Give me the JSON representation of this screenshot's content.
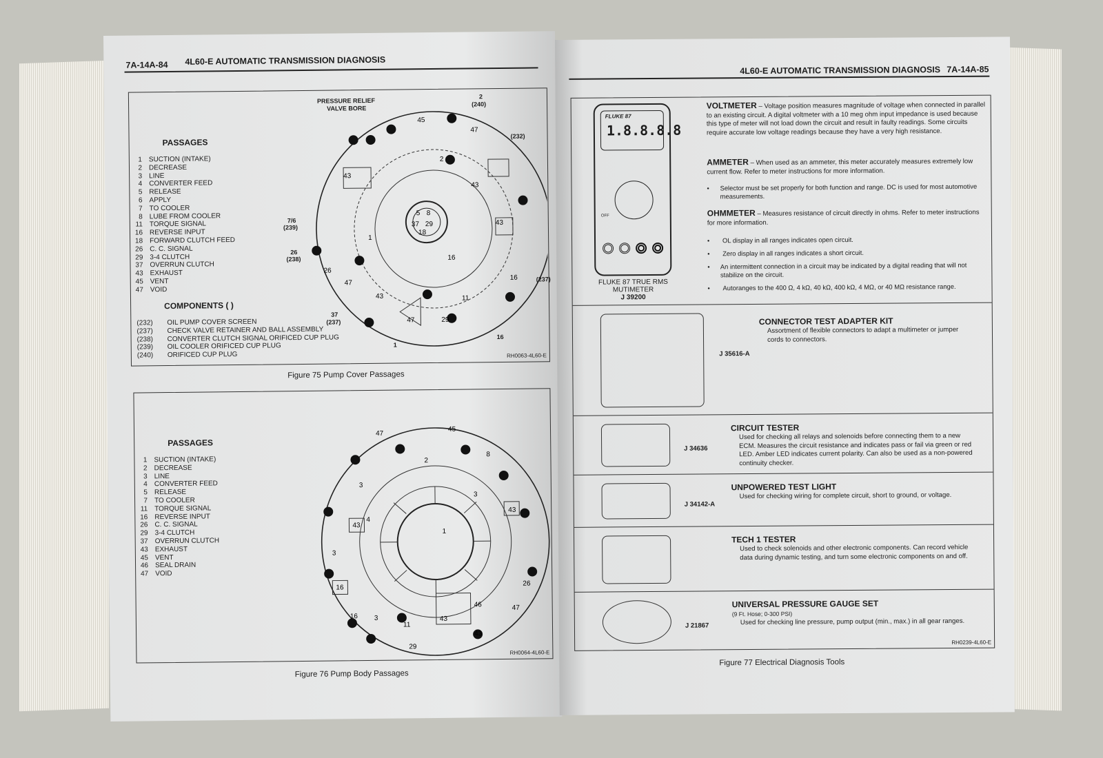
{
  "left_page": {
    "page_number": "7A-14A-84",
    "title": "4L60-E AUTOMATIC TRANSMISSION DIAGNOSIS",
    "figure75": {
      "caption": "Figure 75 Pump Cover Passages",
      "code": "RH0063-4L60-E",
      "passages_heading": "PASSAGES",
      "passages": [
        {
          "n": "1",
          "label": "SUCTION (INTAKE)"
        },
        {
          "n": "2",
          "label": "DECREASE"
        },
        {
          "n": "3",
          "label": "LINE"
        },
        {
          "n": "4",
          "label": "CONVERTER FEED"
        },
        {
          "n": "5",
          "label": "RELEASE"
        },
        {
          "n": "6",
          "label": "APPLY"
        },
        {
          "n": "7",
          "label": "TO COOLER"
        },
        {
          "n": "8",
          "label": "LUBE FROM COOLER"
        },
        {
          "n": "11",
          "label": "TORQUE SIGNAL"
        },
        {
          "n": "16",
          "label": "REVERSE INPUT"
        },
        {
          "n": "18",
          "label": "FORWARD CLUTCH FEED"
        },
        {
          "n": "26",
          "label": "C. C. SIGNAL"
        },
        {
          "n": "29",
          "label": "3-4 CLUTCH"
        },
        {
          "n": "37",
          "label": "OVERRUN CLUTCH"
        },
        {
          "n": "43",
          "label": "EXHAUST"
        },
        {
          "n": "45",
          "label": "VENT"
        },
        {
          "n": "47",
          "label": "VOID"
        }
      ],
      "components_heading": "COMPONENTS (   )",
      "components": [
        {
          "n": "(232)",
          "label": "OIL PUMP COVER SCREEN"
        },
        {
          "n": "(237)",
          "label": "CHECK VALVE RETAINER AND BALL ASSEMBLY"
        },
        {
          "n": "(238)",
          "label": "CONVERTER CLUTCH SIGNAL ORIFICED CUP PLUG"
        },
        {
          "n": "(239)",
          "label": "OIL COOLER ORIFICED CUP PLUG"
        },
        {
          "n": "(240)",
          "label": "ORIFICED CUP PLUG"
        }
      ],
      "callouts": {
        "relief": "PRESSURE RELIEF",
        "bore": "VALVE BORE",
        "c2": "2",
        "c240": "(240)",
        "c232": "(232)",
        "c76": "7/6",
        "c239": "(239)",
        "c26": "26",
        "c238": "(238)",
        "c37": "37",
        "c237": "(237)",
        "c237b": "(237)",
        "c1": "1",
        "c16": "16"
      }
    },
    "figure76": {
      "caption": "Figure 76 Pump Body Passages",
      "code": "RH0064-4L60-E",
      "passages_heading": "PASSAGES",
      "passages": [
        {
          "n": "1",
          "label": "SUCTION (INTAKE)"
        },
        {
          "n": "2",
          "label": "DECREASE"
        },
        {
          "n": "3",
          "label": "LINE"
        },
        {
          "n": "4",
          "label": "CONVERTER FEED"
        },
        {
          "n": "5",
          "label": "RELEASE"
        },
        {
          "n": "7",
          "label": "TO COOLER"
        },
        {
          "n": "11",
          "label": "TORQUE SIGNAL"
        },
        {
          "n": "16",
          "label": "REVERSE INPUT"
        },
        {
          "n": "26",
          "label": "C. C. SIGNAL"
        },
        {
          "n": "29",
          "label": "3-4 CLUTCH"
        },
        {
          "n": "37",
          "label": "OVERRUN CLUTCH"
        },
        {
          "n": "43",
          "label": "EXHAUST"
        },
        {
          "n": "45",
          "label": "VENT"
        },
        {
          "n": "46",
          "label": "SEAL DRAIN"
        },
        {
          "n": "47",
          "label": "VOID"
        }
      ]
    }
  },
  "right_page": {
    "page_number": "7A-14A-85",
    "title": "4L60-E AUTOMATIC TRANSMISSION DIAGNOSIS",
    "figure77": {
      "caption": "Figure 77 Electrical Diagnosis Tools",
      "code": "RH0239-4L60-E",
      "meter": {
        "brand": "FLUKE 87",
        "display": "1.8.8.8.8",
        "name_line1": "FLUKE 87 TRUE RMS",
        "name_line2": "MUTIMETER",
        "part": "J 39200",
        "off": "OFF"
      },
      "voltmeter": {
        "title": "VOLTMETER",
        "text": " – Voltage position measures magnitude of voltage when connected in parallel to an existing circuit. A digital voltmeter with a 10 meg ohm input impedance is used because this type of meter will not load down the circuit and result in faulty readings. Some circuits require accurate low voltage readings because they have a very high resistance."
      },
      "ammeter": {
        "title": "AMMETER",
        "text": " – When used as an ammeter, this meter accurately measures extremely low current flow. Refer to meter instructions for more information.",
        "bullets": [
          "Selector must be set properly for both function and range. DC is used for most automotive measurements."
        ]
      },
      "ohmmeter": {
        "title": "OHMMETER",
        "text": " – Measures resistance of circuit directly in ohms. Refer to meter instructions for more information.",
        "bullets": [
          "OL display in all ranges indicates open circuit.",
          "Zero display in all ranges indicates a short circuit.",
          "An intermittent connection in a circuit may be indicated by a  digital reading that will not stabilize on the circuit.",
          "Autoranges to the 400 Ω, 4 kΩ, 40 kΩ, 400 kΩ, 4 MΩ, or 40 MΩ resistance range."
        ]
      },
      "tools": [
        {
          "title": "CONNECTOR TEST ADAPTER KIT",
          "sub": "",
          "desc": "Assortment of flexible connectors to adapt a multimeter or jumper cords to connectors.",
          "part": "J 35616-A"
        },
        {
          "title": "CIRCUIT  TESTER",
          "sub": "",
          "desc": "Used for checking all relays and solenoids before connecting them to a new ECM. Measures the circuit resistance and indicates pass or fail via green or red LED. Amber LED indicates current polarity. Can also be used as a non-powered continuity checker.",
          "part": "J 34636"
        },
        {
          "title": "UNPOWERED TEST LIGHT",
          "sub": "",
          "desc": "Used for checking wiring for complete circuit, short to ground, or voltage.",
          "part": "J 34142-A"
        },
        {
          "title": "TECH 1  TESTER",
          "sub": "",
          "desc": "Used to check solenoids and other electronic components. Can record vehicle data during dynamic testing, and turn some electronic components on and off.",
          "part": ""
        },
        {
          "title": "UNIVERSAL PRESSURE GAUGE SET",
          "sub": "(9 Ft. Hose; 0-300 PSI)",
          "desc": "Used for checking line pressure, pump output (min., max.) in all gear ranges.",
          "part": "J 21867"
        }
      ]
    }
  }
}
